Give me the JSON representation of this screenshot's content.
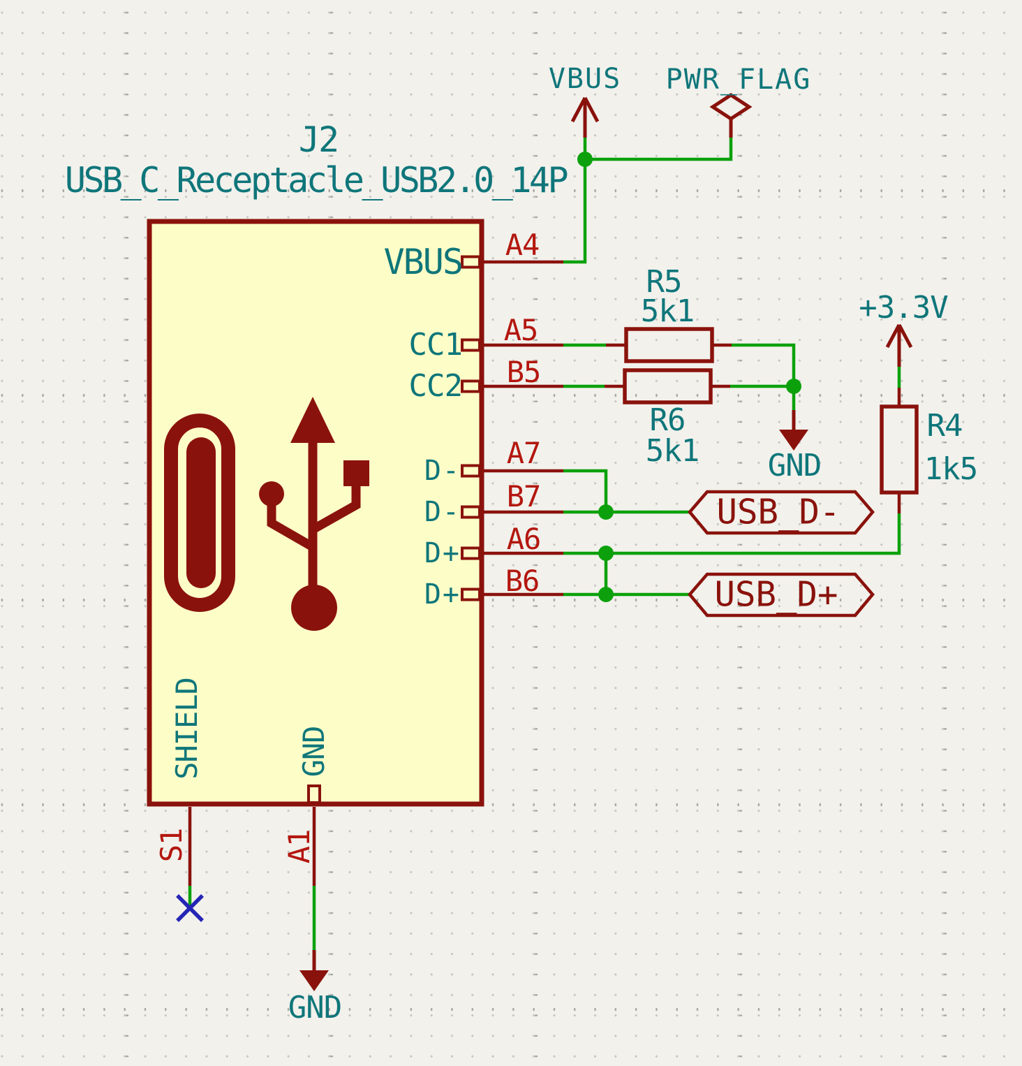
{
  "connector": {
    "reference": "J2",
    "value": "USB_C_Receptacle_USB2.0_14P",
    "pins": {
      "a4": {
        "num": "A4",
        "name": "VBUS"
      },
      "a5": {
        "num": "A5",
        "name": "CC1"
      },
      "b5": {
        "num": "B5",
        "name": "CC2"
      },
      "a7": {
        "num": "A7",
        "name": "D-"
      },
      "b7": {
        "num": "B7",
        "name": "D-"
      },
      "a6": {
        "num": "A6",
        "name": "D+"
      },
      "b6": {
        "num": "B6",
        "name": "D+"
      },
      "s1": {
        "num": "S1",
        "name": "SHIELD"
      },
      "a1": {
        "num": "A1",
        "name": "GND"
      }
    }
  },
  "resistors": {
    "r5": {
      "ref": "R5",
      "val": "5k1"
    },
    "r6": {
      "ref": "R6",
      "val": "5k1"
    },
    "r4": {
      "ref": "R4",
      "val": "1k5"
    }
  },
  "power": {
    "vbus": "VBUS",
    "pwr_flag": "PWR_FLAG",
    "gnd_mid": "GND",
    "gnd_bottom": "GND",
    "v3v3": "+3.3V"
  },
  "net_labels": {
    "usb_dm": "USB_D-",
    "usb_dp": "USB_D+"
  },
  "colors": {
    "background": "#f2f1ec",
    "symbol_outline": "#8a120c",
    "symbol_fill": "#fdfdc8",
    "pin_number_red": "#b3170f",
    "text_teal": "#0f767a",
    "wire_green": "#0ca10c",
    "no_connect_blue": "#2525b5"
  }
}
